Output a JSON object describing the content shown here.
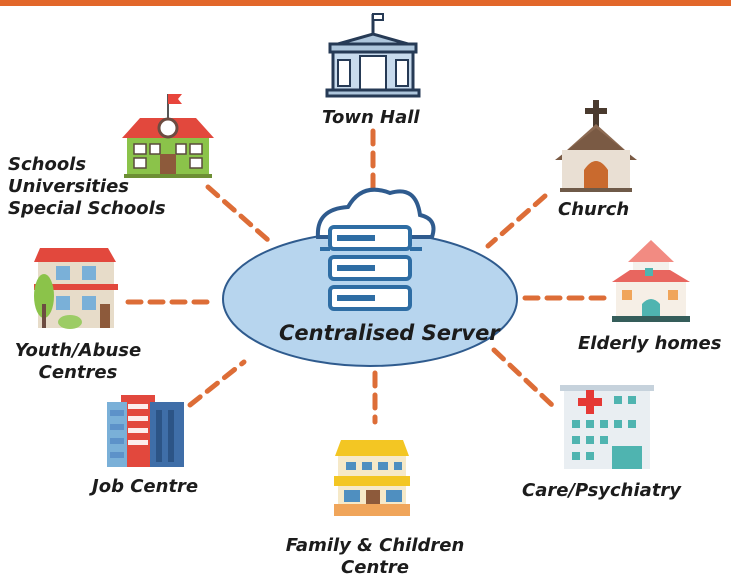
{
  "colors": {
    "top_bar": "#e2672a",
    "connector": "#dd6d37",
    "cloud_fill": "#b7d5ee",
    "cloud_stroke": "#2f5b8e",
    "server_fill": "#2e6da4"
  },
  "center": {
    "label": "Centralised Server",
    "icon": "cloud-server-icon"
  },
  "nodes": {
    "town_hall": {
      "label": "Town Hall",
      "icon": "town-hall-icon"
    },
    "church": {
      "label": "Church",
      "icon": "church-icon"
    },
    "schools": {
      "lines": [
        "Schools",
        "Universities",
        "Special Schools"
      ],
      "icon": "school-icon"
    },
    "elderly": {
      "label": "Elderly homes",
      "icon": "elderly-home-icon"
    },
    "youth": {
      "lines": [
        "Youth/Abuse",
        "Centres"
      ],
      "icon": "youth-centre-icon"
    },
    "job": {
      "label": "Job Centre",
      "icon": "office-building-icon"
    },
    "care": {
      "label": "Care/Psychiatry",
      "icon": "hospital-icon"
    },
    "family": {
      "lines": [
        "Family & Children",
        "Centre"
      ],
      "icon": "family-centre-icon"
    }
  }
}
